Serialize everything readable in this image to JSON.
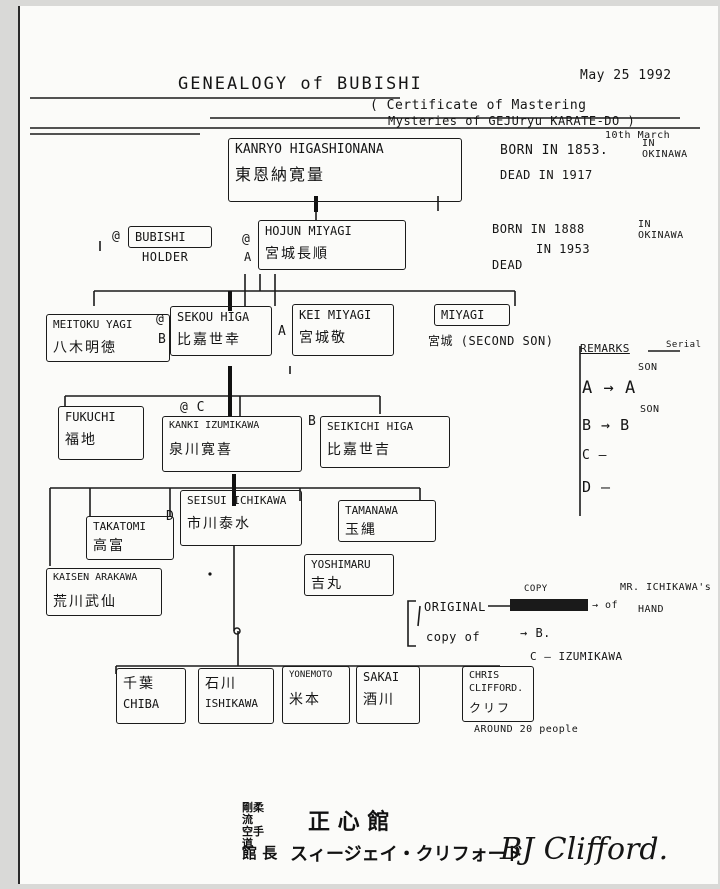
{
  "header": {
    "title": "GENEALOGY of BUBISHI",
    "date": "May 25 1992",
    "subtitle_line1": "( Certificate of Mastering",
    "subtitle_line2": "Mysteries of GEJUryu KARATE-DO )",
    "subtitle_note": "10th March"
  },
  "founder": {
    "name": "KANRYO HIGASHIONANA",
    "kanji": "東恩納寛量",
    "born": "BORN IN 1853.",
    "place": "IN OKINAWA",
    "dead": "DEAD IN 1917"
  },
  "gen1": {
    "holder_marker": "@",
    "holder_label": "BUBISHI",
    "holder_sub": "HOLDER",
    "miyagi_marker": "@",
    "miyagi_grade": "A",
    "miyagi_name": "HOJUN MIYAGI",
    "miyagi_kanji": "宮城長順",
    "born": "BORN IN 1888",
    "place": "IN OKINAWA",
    "dead_word": "DEAD",
    "dead": "IN 1953"
  },
  "gen2": {
    "meitoku_name": "MEITOKU YAGI",
    "meitoku_kanji": "八木明徳",
    "meitoku_grade": "B",
    "seko_marker": "@",
    "seko_name": "SEKOU HIGA",
    "seko_kanji": "比嘉世幸",
    "kei_grade": "A",
    "kei_name": "KEI MIYAGI",
    "kei_kanji": "宮城敬",
    "miyagi2_name": "MIYAGI",
    "miyagi2_note": "宮城 (SECOND SON)"
  },
  "remarks": {
    "title": "REMARKS",
    "arrow_note": "Serial",
    "son": "SON",
    "row_a": "A → A",
    "row_b": "B → B",
    "son_b": "SON",
    "row_c": "C –",
    "row_d": "D –"
  },
  "gen3": {
    "fukuchi_name": "FUKUCHI",
    "fukuchi_kanji": "福地",
    "kanki_marker": "@ C",
    "kanki_name": "KANKI IZUMIKAWA",
    "kanki_kanji": "泉川寛喜",
    "seikichi_grade": "B",
    "seikichi_name": "SEIKICHI HIGA",
    "seikichi_kanji": "比嘉世吉"
  },
  "gen4": {
    "seisui_name": "SEISUI ICHIKAWA",
    "seisui_kanji": "市川泰水",
    "seisui_grade": "D",
    "takatomi_name": "TAKATOMI",
    "takatomi_kanji": "高富",
    "tamanawa_name": "TAMANAWA",
    "tamanawa_kanji": "玉縄",
    "yoshimaru_name": "YOSHIMARU",
    "yoshimaru_kanji": "吉丸",
    "kaisen_name": "KAISEN ARAKAWA",
    "kaisen_kanji": "荒川武仙"
  },
  "copies": {
    "original": "ORIGINAL",
    "copy_word": "COPY",
    "to_text": "→ of",
    "mr_name": "MR. ICHIKAWA's",
    "hand": "HAND",
    "copy_of": "copy of",
    "to_b": "→ B.",
    "to_c": "C – IZUMIKAWA"
  },
  "gen5": {
    "chiba_kanji": "千葉",
    "chiba_name": "CHIBA",
    "ishikawa_kanji": "石川",
    "ishikawa_name": "ISHIKAWA",
    "yonemoto_name": "YONEMOTO",
    "yonemoto_kanji": "米本",
    "sakai_name": "SAKAI",
    "sakai_kanji": "酒川",
    "chris_name1": "CHRIS",
    "chris_name2": "CLIFFORD.",
    "chris_kanji": "クリフ",
    "around": "AROUND 20 people"
  },
  "stamp": {
    "line1a": "剛柔流",
    "line1b": "空手道",
    "school": "正 心 館",
    "line2a": "館 長",
    "line2b": "スィージェイ・クリフォード",
    "signature": "BJ Clifford."
  }
}
